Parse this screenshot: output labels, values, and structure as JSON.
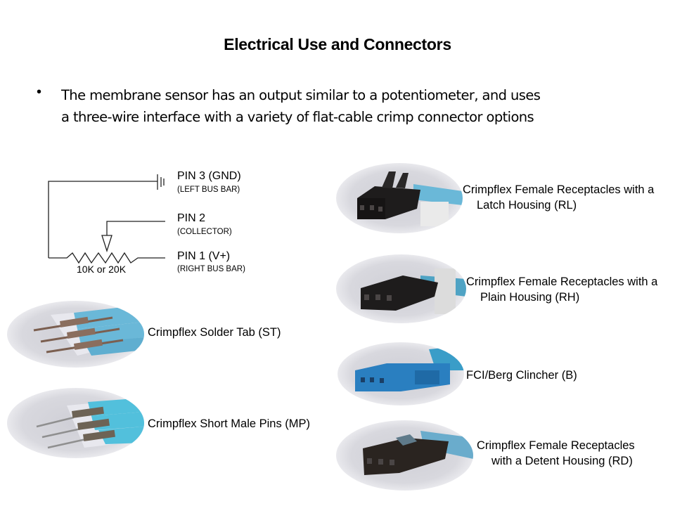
{
  "slide": {
    "title": "Electrical Use and Connectors",
    "bullet": "•",
    "bullet_line1": "The membrane sensor has an output similar to a potentiometer, and uses",
    "bullet_line2": "a three-wire interface with a variety of flat-cable crimp connector options"
  },
  "schematic": {
    "pin3": {
      "label": "PIN 3 (GND)",
      "sub": "(LEFT BUS BAR)"
    },
    "pin2": {
      "label": "PIN 2",
      "sub": "(COLLECTOR)"
    },
    "pin1": {
      "label": "PIN 1 (V+)",
      "sub": "(RIGHT BUS BAR)"
    },
    "resistor_label": "10K or 20K"
  },
  "connectors": [
    {
      "id": "ST",
      "line1": "Crimpflex Solder Tab (ST)",
      "line2": ""
    },
    {
      "id": "MP",
      "line1": "Crimpflex Short Male Pins (MP)",
      "line2": ""
    },
    {
      "id": "RL",
      "line1": "Crimpflex Female Receptacles with a",
      "line2": "Latch Housing (RL)"
    },
    {
      "id": "RH",
      "line1": "Crimpflex Female Receptacles with a",
      "line2": "Plain Housing (RH)"
    },
    {
      "id": "B",
      "line1": "FCI/Berg Clincher (B)",
      "line2": ""
    },
    {
      "id": "RD",
      "line1": "Crimpflex Female Receptacles",
      "line2": "with a Detent Housing (RD)"
    }
  ],
  "colors": {
    "cable_blue": "#6ab8d8",
    "connector_black": "#1e1c1c",
    "berg_blue": "#2a7fc0",
    "tab_copper": "#8a6e5e"
  }
}
